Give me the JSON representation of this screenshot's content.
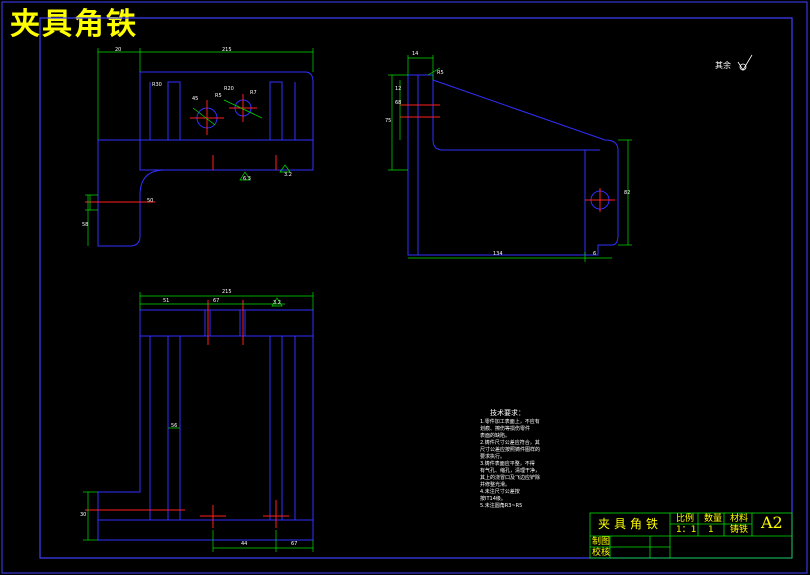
{
  "title": "夹具角铁",
  "title_block": {
    "name": "夹具角铁",
    "col_headers": [
      "比例",
      "数量",
      "材料"
    ],
    "col_values": [
      "1：1",
      "1",
      "铸铁"
    ],
    "sheet_size": "A2",
    "rows": [
      "制图",
      "校核"
    ]
  },
  "roughness_note": "其余",
  "technical_requirements": {
    "title": "技术要求：",
    "lines": [
      "1.零件加工表面上，不应有",
      "划痕、擦伤等损伤零件",
      "表面的缺陷。",
      "2.铸件尺寸公差应符合，其",
      "尺寸公差应按照铸件图样的",
      "要求执行。",
      "3.铸件表面应平整，不得",
      "有气孔、缩孔，清理干净，",
      "其上的浇冒口及飞边应铲除",
      "并修整光滑。",
      "4.未注尺寸公差按",
      "按IT14级。",
      "5.未注圆角R3~R5"
    ]
  },
  "dimensions": {
    "view1": [
      "20",
      "215",
      "R30",
      "45",
      "R20",
      "R7",
      "R5",
      "6.3",
      "3.2",
      "50",
      "58"
    ],
    "view2": [
      "14",
      "R5",
      "75",
      "12",
      "68",
      "134",
      "6",
      "82"
    ],
    "view3": [
      "215",
      "51",
      "67",
      "3.2",
      "56",
      "30",
      "44",
      "67"
    ]
  }
}
